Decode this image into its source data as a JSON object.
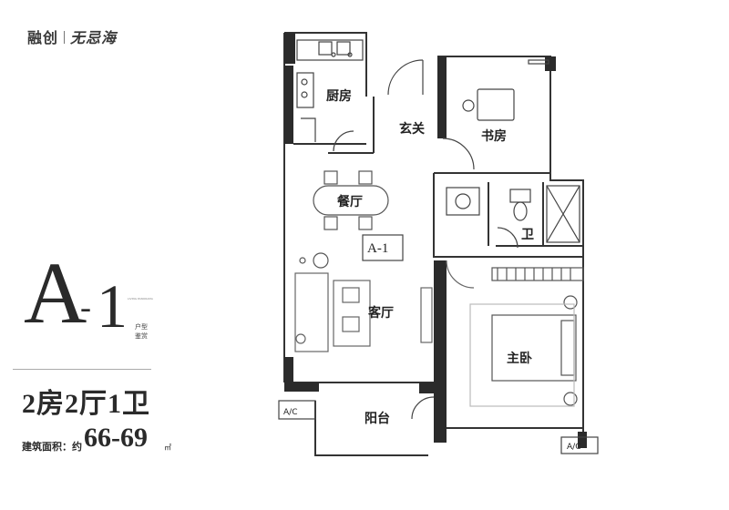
{
  "brand": {
    "name": "融创",
    "sub": "无忌海"
  },
  "unit": {
    "letter": "A",
    "dash": "-",
    "number": "1",
    "caption": "户型鉴赏",
    "tiny_text": "LIVING PANORAMA"
  },
  "layout_desc": "2房2厅1卫",
  "area": {
    "label": "建筑面积：约",
    "value": "66-69",
    "unit": "㎡"
  },
  "floorplan": {
    "unit_tag": "A-1",
    "rooms": {
      "kitchen": "厨房",
      "foyer": "玄关",
      "study": "书房",
      "dining": "餐厅",
      "bath": "卫",
      "living": "客厅",
      "master": "主卧",
      "balcony": "阳台"
    },
    "ac_label": "A/C"
  }
}
